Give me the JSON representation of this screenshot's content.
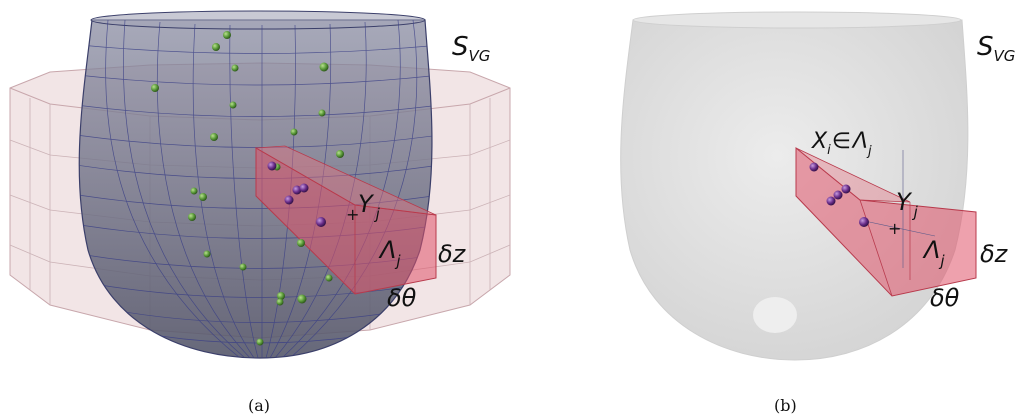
{
  "panels": [
    {
      "caption": "(a)",
      "surface_label": "S",
      "surface_sub": "VG",
      "point_label": "Y",
      "point_sub": "j",
      "region_label": "Λ",
      "region_sub": "j",
      "dz_label": "δz",
      "dtheta_label": "δθ"
    },
    {
      "caption": "(b)",
      "surface_label": "S",
      "surface_sub": "VG",
      "sample_label": "X",
      "sample_sub": "i",
      "sample_rel": "∈",
      "sample_set": "Λ",
      "sample_set_sub": "j",
      "point_label": "Y",
      "point_sub": "j",
      "region_label": "Λ",
      "region_sub": "j",
      "dz_label": "δz",
      "dtheta_label": "δθ"
    }
  ],
  "colors": {
    "surface_mesh": "#4a4e7a",
    "surface_fill": "#6d6f86",
    "surface_solid": "#dcdcdc",
    "cylinder": "#e7c9cc",
    "sector": "#e05a6a",
    "green_points": "#5a9a3a",
    "purple_points": "#6a2e8a"
  }
}
